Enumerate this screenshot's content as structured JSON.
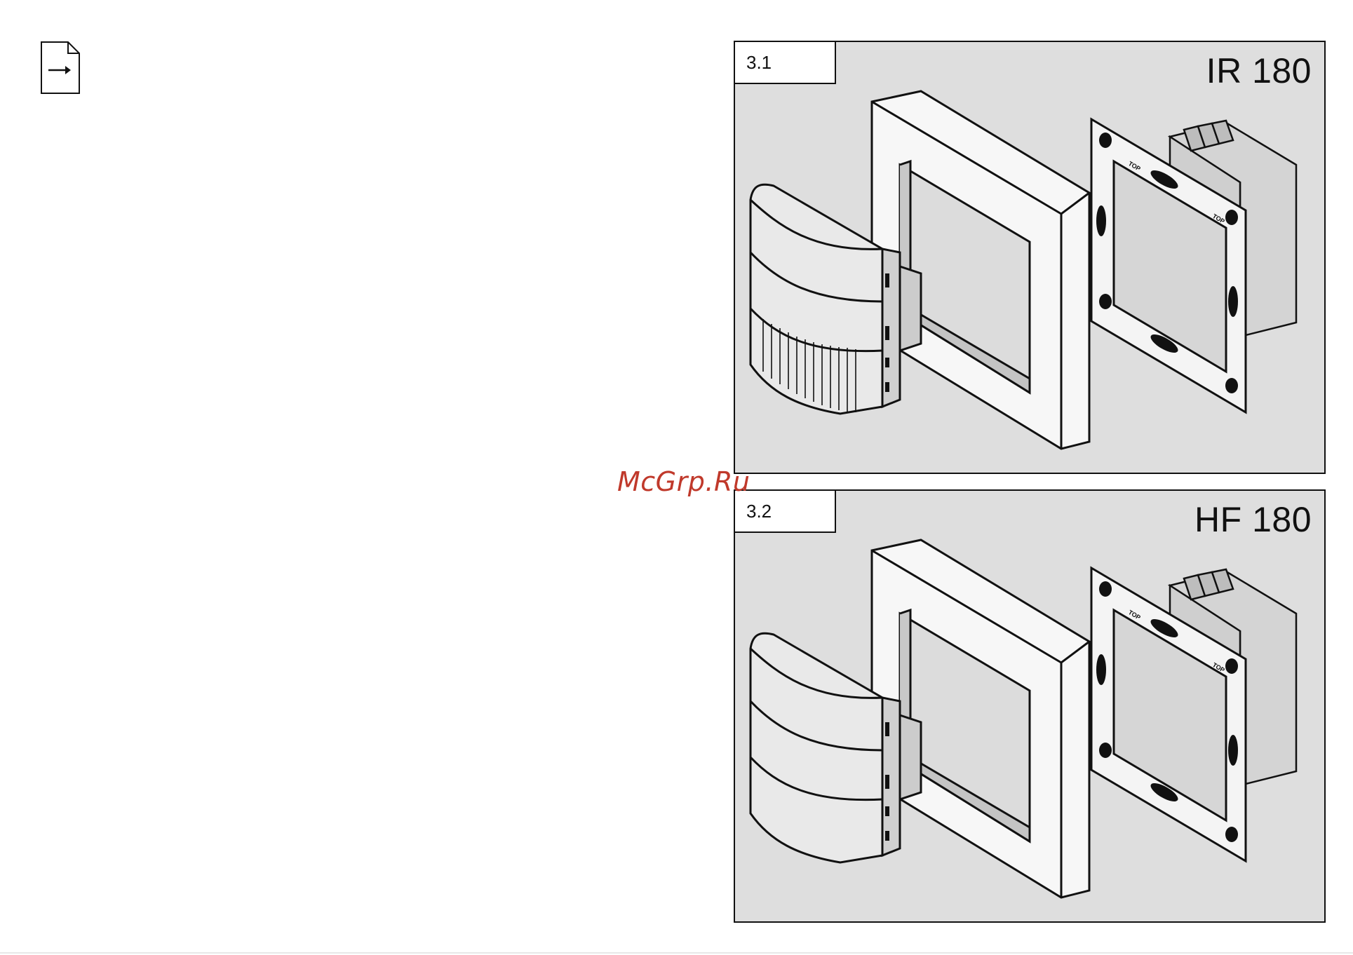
{
  "icon": {
    "name": "document-arrow-icon"
  },
  "figures": [
    {
      "number": "3.1",
      "model": "IR 180",
      "variant": "ir"
    },
    {
      "number": "3.2",
      "model": "HF 180",
      "variant": "hf"
    }
  ],
  "watermark": "McGrp.Ru",
  "colors": {
    "panel_bg": "#dedede",
    "line": "#111111",
    "watermark": "#c0392b"
  }
}
